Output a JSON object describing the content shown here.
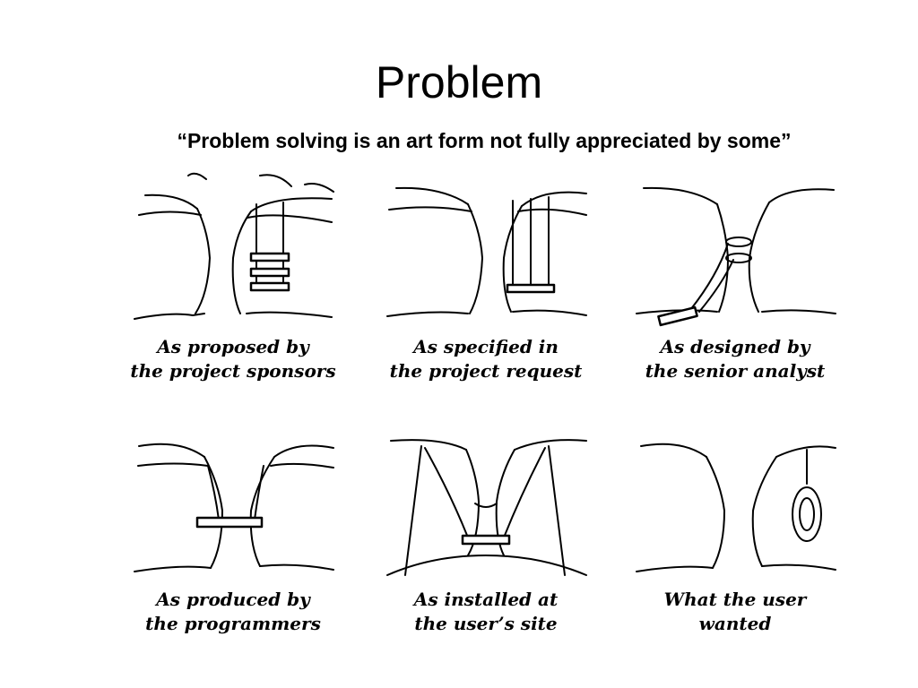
{
  "slide": {
    "title": "Problem",
    "quote": "“Problem solving is an art form not fully appreciated by some”"
  },
  "panels": [
    {
      "line1": "As proposed by",
      "line2": "the project sponsors",
      "icon": "ladder-swing-illustration"
    },
    {
      "line1": "As specified in",
      "line2": "the project request",
      "icon": "three-rope-swing-illustration"
    },
    {
      "line1": "As designed by",
      "line2": "the senior analyst",
      "icon": "tied-to-trunk-swing-illustration"
    },
    {
      "line1": "As produced by",
      "line2": "the programmers",
      "icon": "swing-around-trunk-illustration"
    },
    {
      "line1": "As installed at",
      "line2": "the user’s site",
      "icon": "propped-branch-swing-illustration"
    },
    {
      "line1": "What the user",
      "line2": "wanted",
      "icon": "tire-swing-illustration"
    }
  ]
}
